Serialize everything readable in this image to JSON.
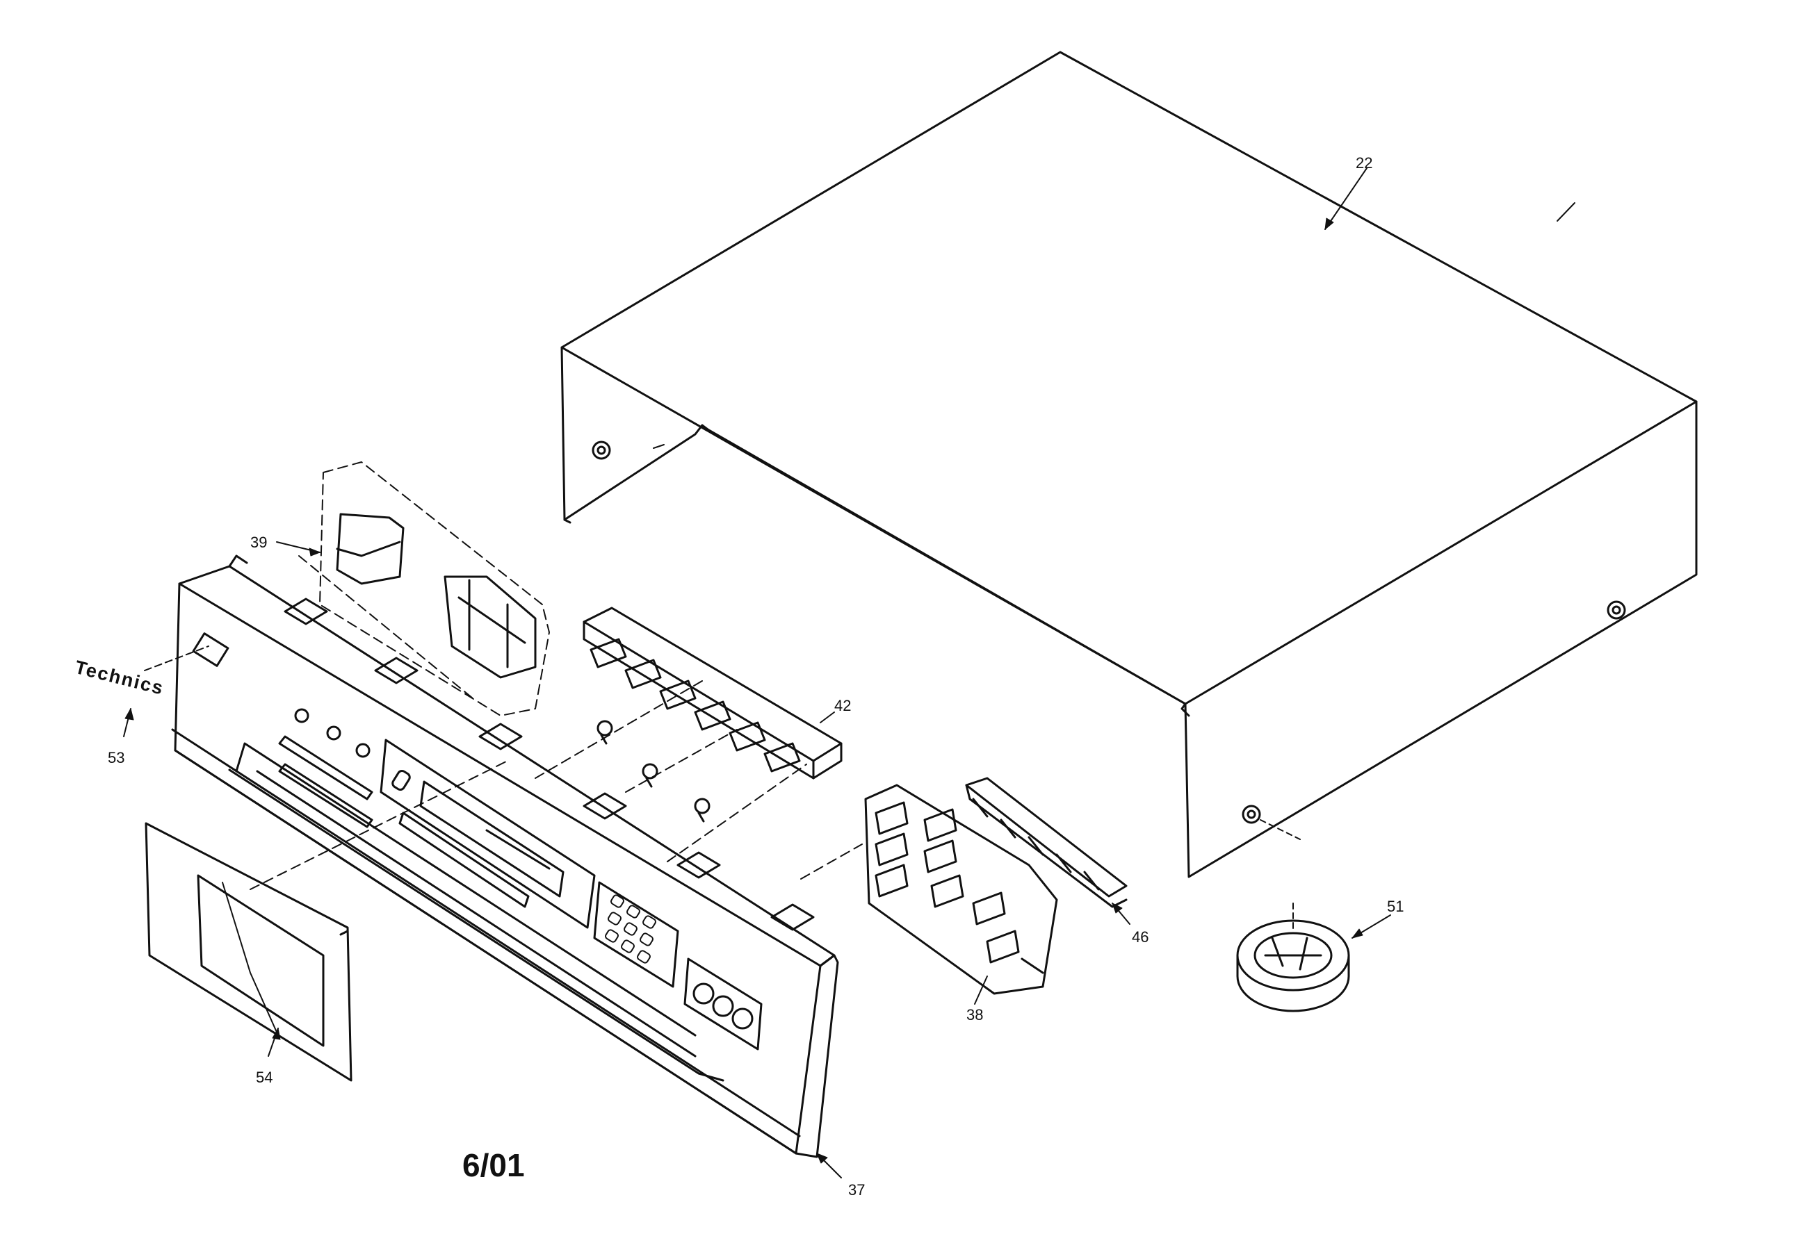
{
  "callouts": {
    "p22": "22",
    "p39": "39",
    "p42": "42",
    "p53": "53",
    "p54": "54",
    "p37": "37",
    "p38": "38",
    "p46": "46",
    "p51": "51"
  },
  "brand_text": "Technics",
  "date_code": "6/01",
  "colors": {
    "ink": "#111111",
    "paper": "#ffffff"
  }
}
